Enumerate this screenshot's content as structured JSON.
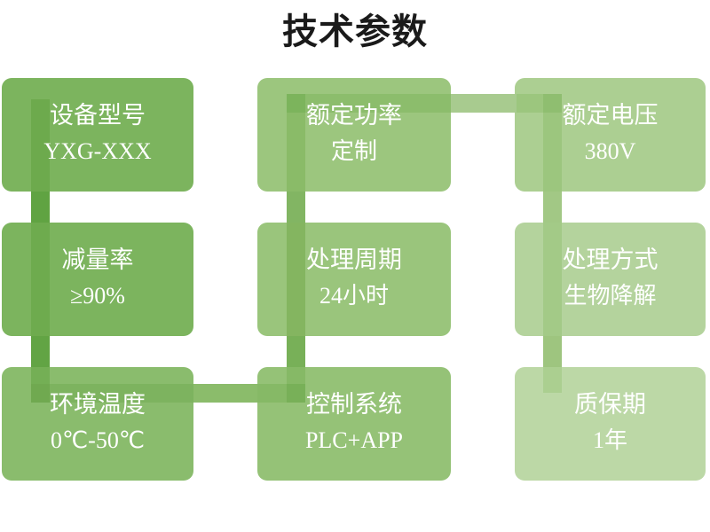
{
  "title": "技术参数",
  "cells": [
    {
      "label": "设备型号",
      "value": "YXG-XXX",
      "bg": "#7CB45E"
    },
    {
      "label": "额定功率",
      "value": "定制",
      "bg": "#9CC67E"
    },
    {
      "label": "额定电压",
      "value": "380V",
      "bg": "#ACCF92"
    },
    {
      "label": "减量率",
      "value": "≥90%",
      "bg": "#7CB45E"
    },
    {
      "label": "处理周期",
      "value": "24小时",
      "bg": "#9AC57C"
    },
    {
      "label": "处理方式",
      "value": "生物降解",
      "bg": "#B4D39D"
    },
    {
      "label": "环境温度",
      "value": "0℃-50℃",
      "bg": "#8ABC6D"
    },
    {
      "label": "控制系统",
      "value": "PLC+APP",
      "bg": "#95C277"
    },
    {
      "label": "质保期",
      "value": "1年",
      "bg": "#BCD8A6"
    }
  ],
  "flow_band": {
    "segment_colors": [
      "#6DAA4D",
      "#60A342",
      "#6EAB4E",
      "#62A444",
      "#74AF55",
      "#70A950",
      "#7DB35F",
      "#8BBC6B",
      "#86B966",
      "#78B058",
      "#86B966",
      "#78B058",
      "#84B560",
      "#82B563",
      "#8ABB68",
      "#7CB45C",
      "#8CBD6C",
      "#A8CB8F",
      "#9CC67E",
      "#8FBE70",
      "#9CC67E",
      "#A2C885",
      "#A3CA87",
      "#9EC57F",
      "#ABCF90"
    ]
  },
  "colors": {
    "background": "#FFFFFF",
    "title_text": "#1A1A1A",
    "cell_text": "#FFFFFF"
  }
}
